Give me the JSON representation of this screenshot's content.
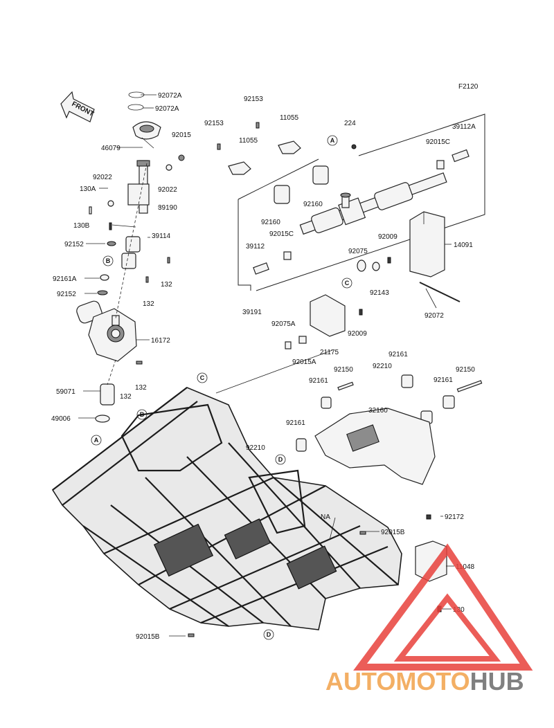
{
  "figure_code": "F2120",
  "front_label": "FRONT",
  "callouts": [
    {
      "id": "c01",
      "text": "92072A"
    },
    {
      "id": "c02",
      "text": "92072A"
    },
    {
      "id": "c03",
      "text": "46079"
    },
    {
      "id": "c04",
      "text": "92015"
    },
    {
      "id": "c05",
      "text": "92022"
    },
    {
      "id": "c06",
      "text": "130A"
    },
    {
      "id": "c07",
      "text": "92022"
    },
    {
      "id": "c08",
      "text": "39190"
    },
    {
      "id": "c09",
      "text": "130B"
    },
    {
      "id": "c10",
      "text": "39114"
    },
    {
      "id": "c11",
      "text": "92152"
    },
    {
      "id": "c12",
      "text": "132"
    },
    {
      "id": "c13",
      "text": "92161A"
    },
    {
      "id": "c14",
      "text": "92152"
    },
    {
      "id": "c15",
      "text": "132"
    },
    {
      "id": "c16",
      "text": "16172"
    },
    {
      "id": "c17",
      "text": "59071"
    },
    {
      "id": "c18",
      "text": "132"
    },
    {
      "id": "c19",
      "text": "132"
    },
    {
      "id": "c20",
      "text": "49006"
    },
    {
      "id": "c21",
      "text": "92153"
    },
    {
      "id": "c22",
      "text": "92153"
    },
    {
      "id": "c23",
      "text": "11055"
    },
    {
      "id": "c24",
      "text": "11055"
    },
    {
      "id": "c25",
      "text": "224"
    },
    {
      "id": "c26",
      "text": "39112A"
    },
    {
      "id": "c27",
      "text": "92015C"
    },
    {
      "id": "c28",
      "text": "92160"
    },
    {
      "id": "c29",
      "text": "92160"
    },
    {
      "id": "c30",
      "text": "92015C"
    },
    {
      "id": "c31",
      "text": "39112"
    },
    {
      "id": "c32",
      "text": "92075"
    },
    {
      "id": "c33",
      "text": "92009"
    },
    {
      "id": "c34",
      "text": "14091"
    },
    {
      "id": "c35",
      "text": "92143"
    },
    {
      "id": "c36",
      "text": "39191"
    },
    {
      "id": "c37",
      "text": "92072"
    },
    {
      "id": "c38",
      "text": "92075A"
    },
    {
      "id": "c39",
      "text": "92009"
    },
    {
      "id": "c40",
      "text": "21175"
    },
    {
      "id": "c41",
      "text": "92015A"
    },
    {
      "id": "c42",
      "text": "92161"
    },
    {
      "id": "c43",
      "text": "92150"
    },
    {
      "id": "c44",
      "text": "92210"
    },
    {
      "id": "c45",
      "text": "92161"
    },
    {
      "id": "c46",
      "text": "92150"
    },
    {
      "id": "c47",
      "text": "92161"
    },
    {
      "id": "c48",
      "text": "32160"
    },
    {
      "id": "c49",
      "text": "92161"
    },
    {
      "id": "c50",
      "text": "92210"
    },
    {
      "id": "c51",
      "text": "NA"
    },
    {
      "id": "c52",
      "text": "92172"
    },
    {
      "id": "c53",
      "text": "92015B"
    },
    {
      "id": "c54",
      "text": "11048"
    },
    {
      "id": "c55",
      "text": "130"
    },
    {
      "id": "c56",
      "text": "92015B"
    }
  ],
  "ref_bubbles": [
    {
      "id": "b1",
      "letter": "A"
    },
    {
      "id": "b2",
      "letter": "B"
    },
    {
      "id": "b3",
      "letter": "B"
    },
    {
      "id": "b4",
      "letter": "A"
    },
    {
      "id": "b5",
      "letter": "C"
    },
    {
      "id": "b6",
      "letter": "C"
    },
    {
      "id": "b7",
      "letter": "D"
    },
    {
      "id": "b8",
      "letter": "D"
    }
  ],
  "watermark": {
    "part1": "AUTOMOTO",
    "part2": "HUB",
    "color_part1": "#f2a24a",
    "color_part2": "#6b6b6b",
    "triangle_color": "#e8413c"
  }
}
